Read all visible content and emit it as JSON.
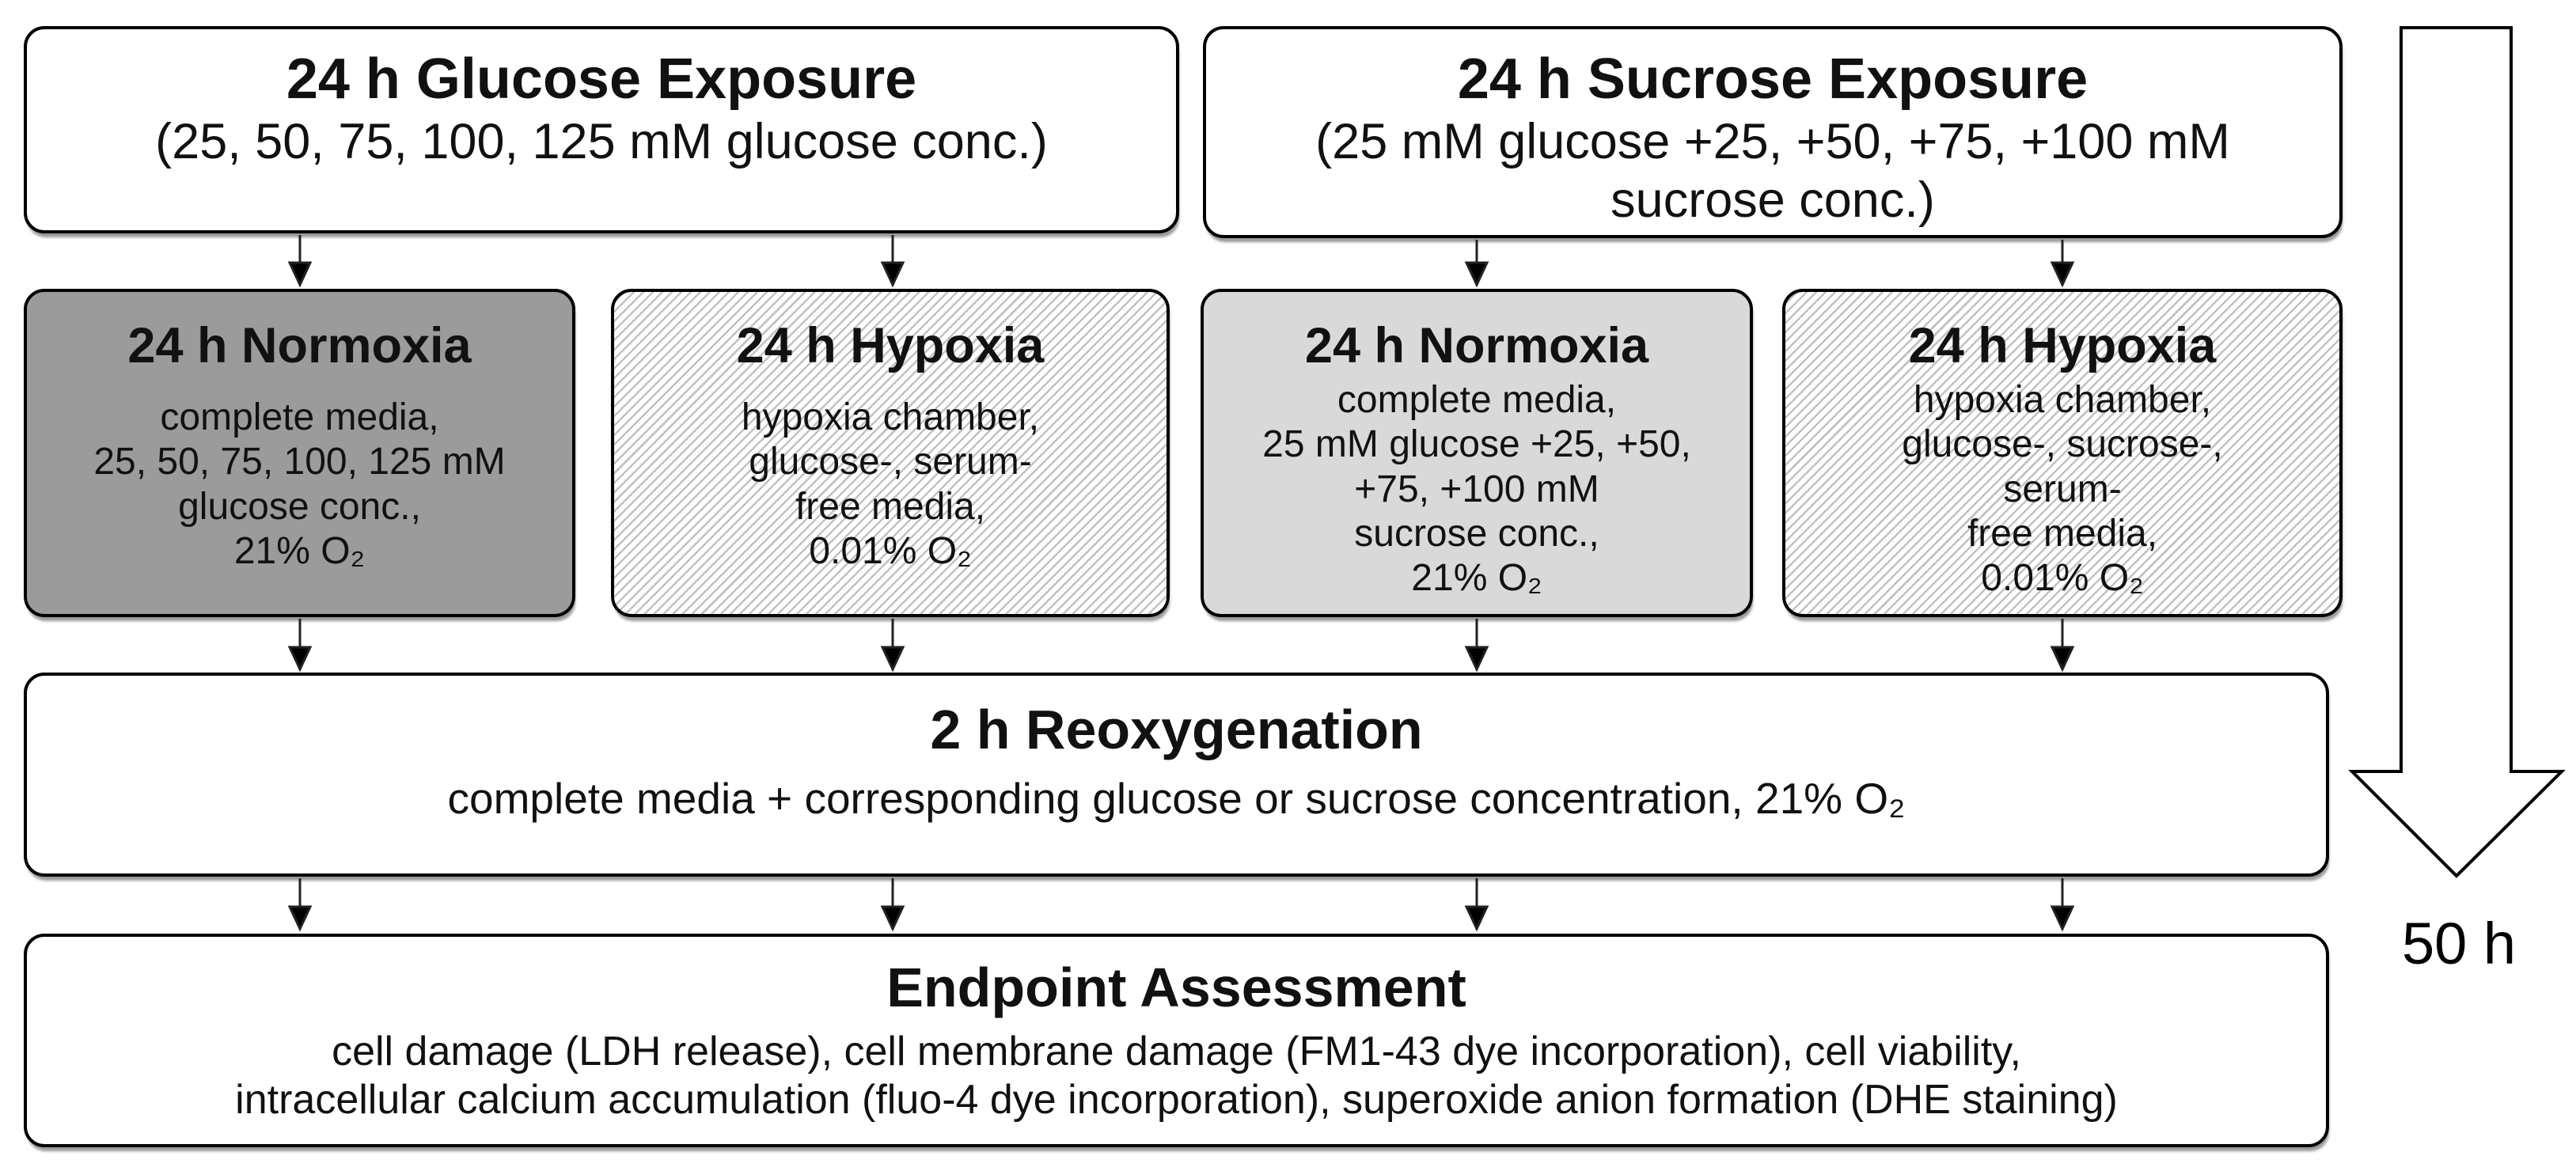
{
  "diagram": {
    "row1": {
      "glucose_exposure": {
        "title": "24 h Glucose Exposure",
        "subtitle": "(25, 50, 75, 100, 125 mM glucose conc.)"
      },
      "sucrose_exposure": {
        "title": "24 h Sucrose Exposure",
        "subtitle": "(25 mM glucose +25, +50, +75, +100 mM\nsucrose conc.)"
      }
    },
    "row2": {
      "boxes": [
        {
          "title": "24 h Normoxia",
          "body": "complete media,\n25, 50, 75, 100, 125 mM\nglucose conc.,\n21% O₂",
          "fill": "#9b9b9b",
          "pattern": "solid"
        },
        {
          "title": "24 h Hypoxia",
          "body": "hypoxia chamber,\nglucose-, serum-\nfree media,\n0.01% O₂",
          "fill": "#ffffff",
          "pattern": "diagonal-hatch"
        },
        {
          "title": "24 h Normoxia",
          "body": "complete media,\n25 mM glucose +25, +50,\n+75, +100 mM\nsucrose conc.,\n21% O₂",
          "fill": "#d9d9d9",
          "pattern": "solid"
        },
        {
          "title": "24 h Hypoxia",
          "body": "hypoxia chamber,\nglucose-, sucrose-,\nserum-\nfree media,\n0.01% O₂",
          "fill": "#ffffff",
          "pattern": "diagonal-hatch"
        }
      ]
    },
    "reoxygenation": {
      "title": "2 h Reoxygenation",
      "body": "complete media + corresponding glucose or sucrose concentration, 21% O₂"
    },
    "endpoint": {
      "title": "Endpoint Assessment",
      "body": "cell damage (LDH release), cell membrane damage (FM1-43 dye incorporation), cell viability,\nintracellular calcium accumulation (fluo-4 dye incorporation), superoxide anion formation (DHE staining)"
    },
    "timeline": {
      "label": "50 h"
    },
    "colors": {
      "dark_gray": "#9b9b9b",
      "light_gray": "#d9d9d9",
      "hatch_stripe": "#c2c2c2",
      "border": "#000000",
      "text": "#111111"
    }
  }
}
